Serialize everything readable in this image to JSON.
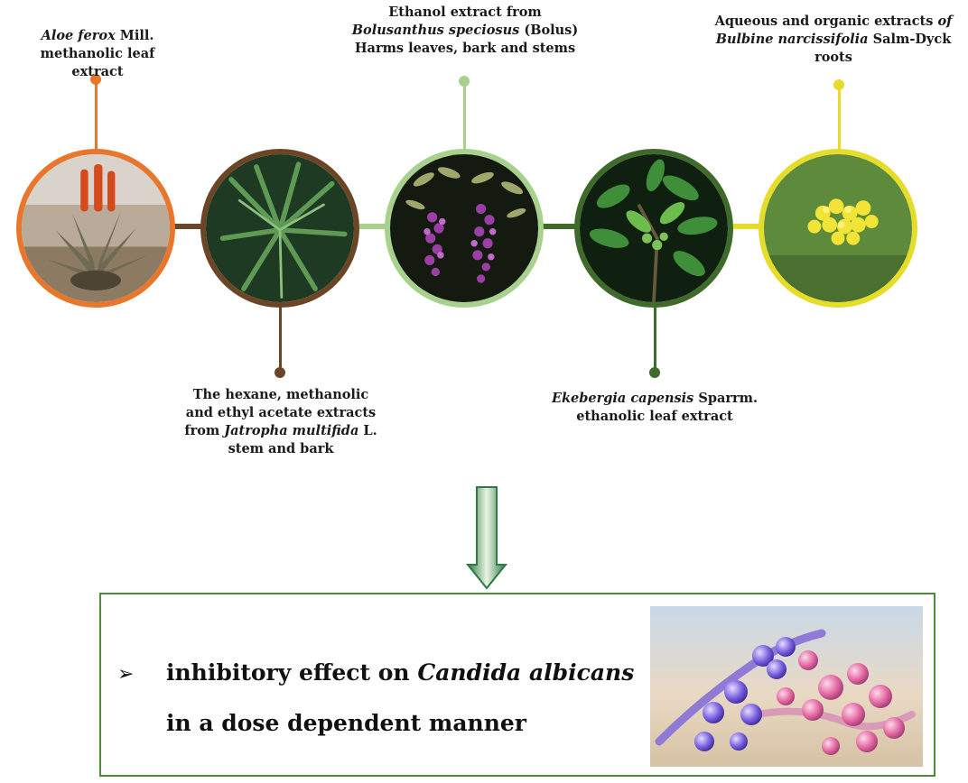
{
  "plants": [
    {
      "name": "aloe-ferox",
      "label_italic": "Aloe ferox",
      "label_rest_line1": " Mill.",
      "label_line2": "methanolic leaf extract",
      "color": "#e8762b"
    },
    {
      "name": "jatropha-multifida",
      "label_line1": "The hexane, methanolic",
      "label_line2": "and ethyl acetate extracts",
      "label_pre3": "from ",
      "label_italic": "Jatropha multifida",
      "label_post3": " L.",
      "label_line4": "stem and bark",
      "color": "#6b4526"
    },
    {
      "name": "bolusanthus-speciosus",
      "label_line1": "Ethanol extract from",
      "label_italic": "Bolusanthus speciosus",
      "label_post2": " (Bolus)",
      "label_line3": "Harms leaves, bark and stems",
      "color": "#a9d18e"
    },
    {
      "name": "ekebergia-capensis",
      "label_italic": "Ekebergia capensis",
      "label_post1": " Sparrm.",
      "label_line2": "ethanolic leaf extract",
      "color": "#3f6b2a"
    },
    {
      "name": "bulbine-narcissifolia",
      "label_line1_pre": "Aqueous and organic extracts ",
      "label_line1_italic": "of",
      "label_italic": "Bulbine narcissifolia",
      "label_post2": " Salm-Dyck",
      "label_line3": "roots",
      "color": "#e6dc2a"
    }
  ],
  "arrow_color": "#2f7a45",
  "result": {
    "bullet": "➢",
    "line1_pre": "inhibitory effect on ",
    "line1_italic": "Candida albicans",
    "line2": "in a dose dependent manner",
    "border_color": "#4e8b3a"
  }
}
